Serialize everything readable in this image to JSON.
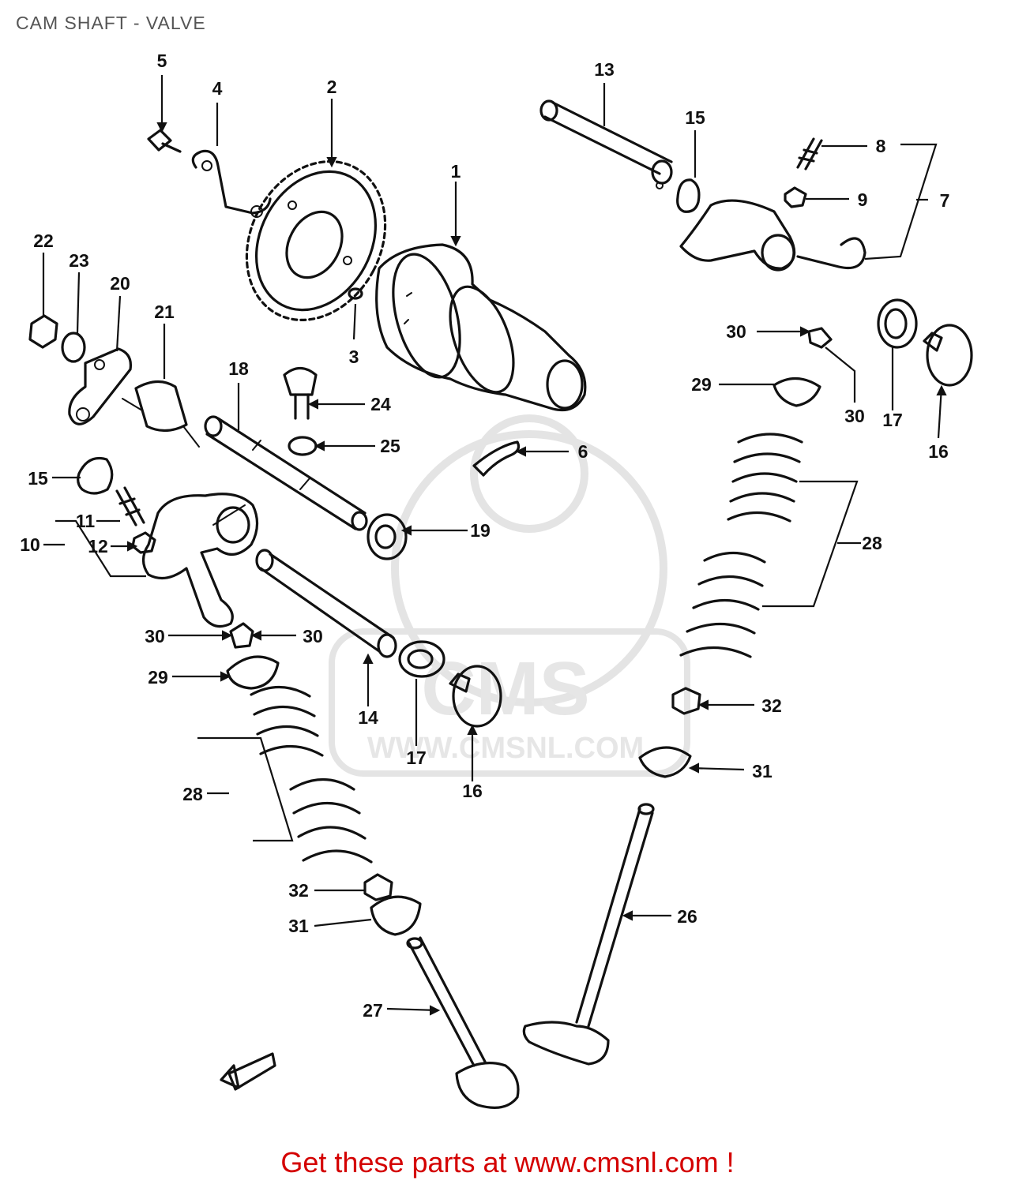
{
  "title": "CAM SHAFT - VALVE",
  "watermark": {
    "brand": "CMS",
    "url": "WWW.CMSNL.COM"
  },
  "footer": "Get these parts at www.cmsnl.com !",
  "colors": {
    "title": "#555555",
    "footer": "#d40000",
    "line_art": "#111111",
    "watermark": "#e4e4e4"
  },
  "callouts": [
    "1",
    "2",
    "3",
    "4",
    "5",
    "6",
    "7",
    "8",
    "9",
    "10",
    "11",
    "12",
    "13",
    "14",
    "15",
    "15",
    "16",
    "16",
    "17",
    "17",
    "18",
    "19",
    "20",
    "21",
    "22",
    "23",
    "24",
    "25",
    "26",
    "27",
    "28",
    "28",
    "29",
    "29",
    "30",
    "30",
    "30",
    "30",
    "31",
    "31",
    "32",
    "32"
  ]
}
